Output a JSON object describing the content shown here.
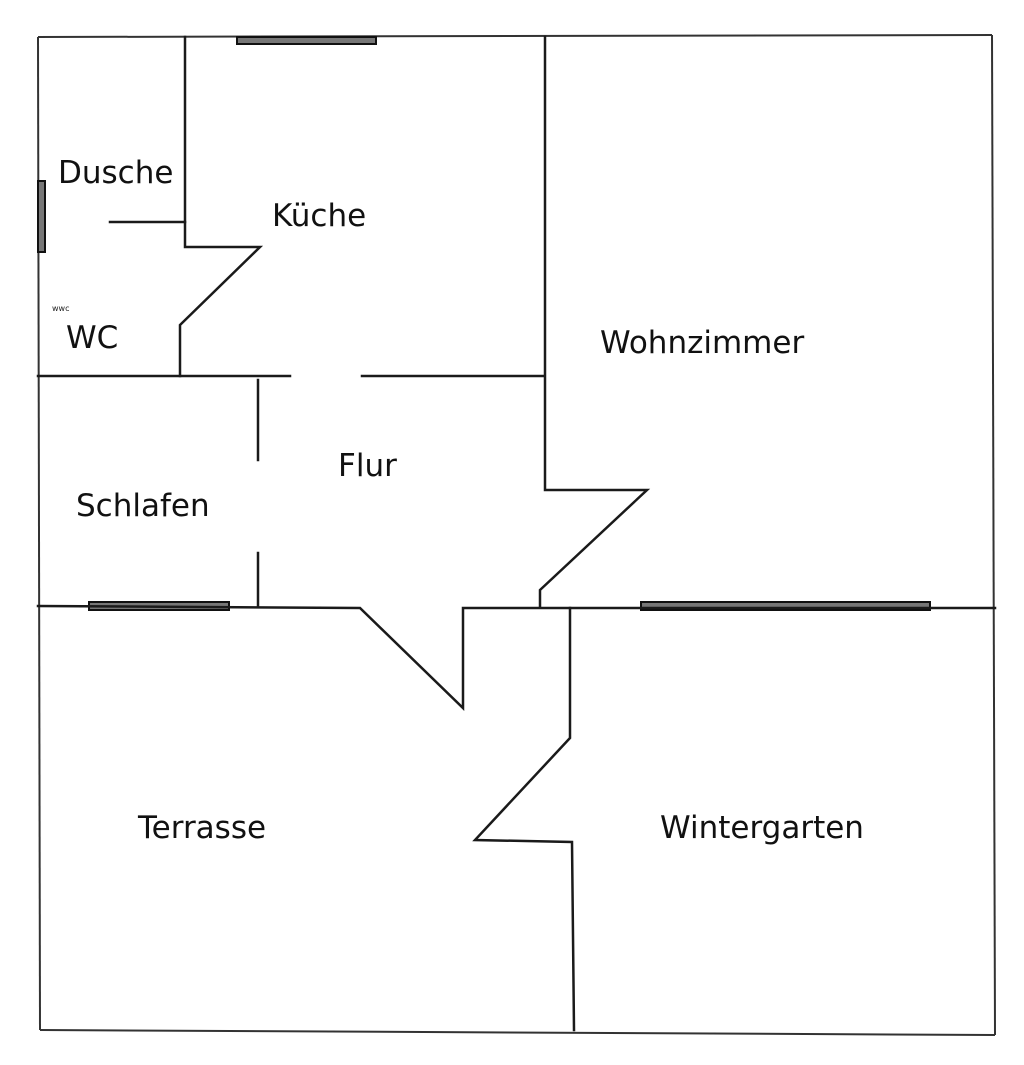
{
  "floorplan": {
    "rooms": {
      "dusche": "Dusche",
      "kueche": "Küche",
      "wc": "WC",
      "wc_small": "wwc",
      "wohnzimmer": "Wohnzimmer",
      "flur": "Flur",
      "schlafen": "Schlafen",
      "terrasse": "Terrasse",
      "wintergarten": "Wintergarten"
    }
  }
}
